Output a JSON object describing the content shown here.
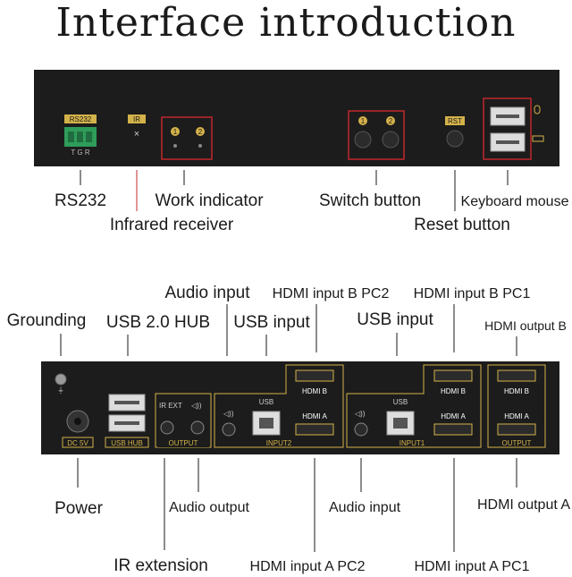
{
  "title": "Interface introduction",
  "top_panel": {
    "port_labels": {
      "rs232": "RS232",
      "ir": "IR",
      "rst": "RST",
      "one": "1",
      "two": "2",
      "tgr": "T G R"
    },
    "callouts": {
      "rs232": "RS232",
      "work_indicator": "Work indicator",
      "infrared_receiver": "Infrared receiver",
      "switch_button": "Switch button",
      "keyboard_mouse": "Keyboard mouse",
      "reset_button": "Reset button"
    }
  },
  "bottom_panel": {
    "port_labels": {
      "dc5v": "DC 5V",
      "usb_hub": "USB HUB",
      "ir_ext": "IR EXT",
      "output": "OUTPUT",
      "input2": "INPUT2",
      "input1": "INPUT1",
      "output_right": "OUTPUT",
      "usb": "USB",
      "hdmi_b": "HDMI B",
      "hdmi_a": "HDMI A"
    },
    "callouts": {
      "audio_input_top": "Audio input",
      "hdmi_input_b_pc2": "HDMI input B PC2",
      "hdmi_input_b_pc1": "HDMI input B PC1",
      "grounding": "Grounding",
      "usb_hub": "USB 2.0 HUB",
      "usb_input_left": "USB input",
      "usb_input_right": "USB input",
      "hdmi_output_b": "HDMI output B",
      "power": "Power",
      "audio_output": "Audio output",
      "audio_input_bottom": "Audio input",
      "hdmi_output_a": "HDMI output A",
      "ir_extension": "IR extension",
      "hdmi_input_a_pc2": "HDMI input A PC2",
      "hdmi_input_a_pc1": "HDMI input A PC1"
    }
  },
  "colors": {
    "panel": "#1c1c1c",
    "gold": "#d4b24a",
    "red_box": "#c0272d",
    "line": "#1a1a1a",
    "green_block": "#2e9d5a"
  }
}
